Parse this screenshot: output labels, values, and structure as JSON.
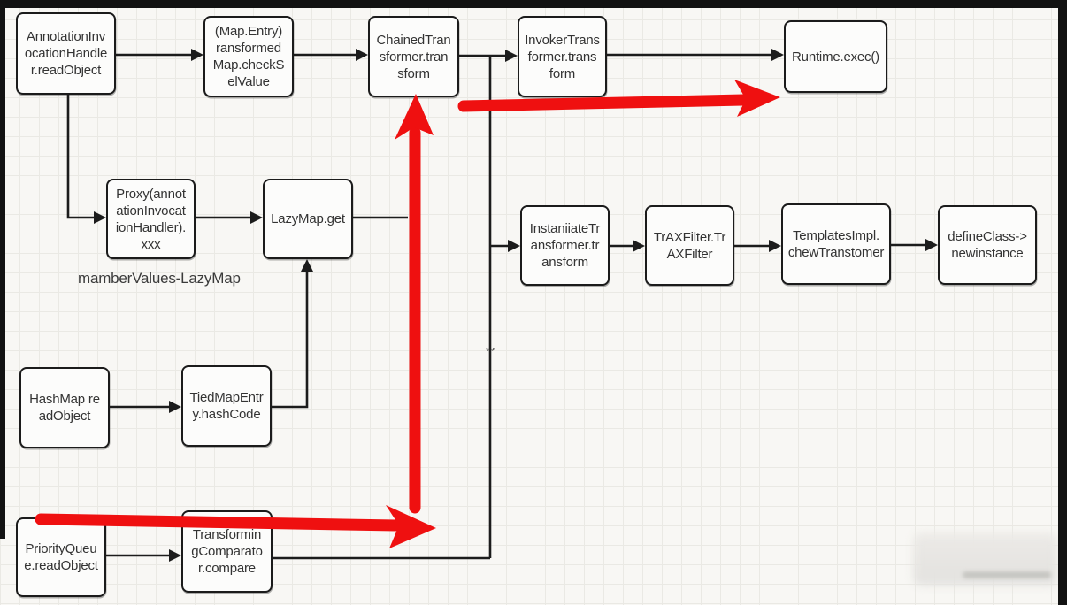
{
  "nodes": [
    {
      "id": "annotation-invocation-handler",
      "label": "AnnotationInv\nocationHandle\nr.readObject"
    },
    {
      "id": "transformed-map-checksetvalue",
      "label": "(Map.Entry)\nransformed\nMap.checkS\nelValue"
    },
    {
      "id": "chained-transformer",
      "label": "ChainedTran\nsformer.tran\nsform"
    },
    {
      "id": "invoker-transformer",
      "label": "InvokerTrans\nformer.trans\nform"
    },
    {
      "id": "runtime-exec",
      "label": "Runtime.exec()"
    },
    {
      "id": "proxy-annotation-invocation-handler",
      "label": "Proxy(annot\nationInvocat\nionHandler).\nxxx"
    },
    {
      "id": "lazymap-get",
      "label": "LazyMap.get"
    },
    {
      "id": "instantiate-transformer",
      "label": "InstaniiateTr\nansformer.tr\nansform"
    },
    {
      "id": "traxfilter",
      "label": "TrAXFilter.Tr\nAXFilter"
    },
    {
      "id": "templatesimpl-newtransformer",
      "label": "TemplatesImpl.\nchewTranstomer"
    },
    {
      "id": "defineclass-newinstance",
      "label": "defineClass->\nnewinstance"
    },
    {
      "id": "hashmap-readobject",
      "label": "HashMap re\nadObject"
    },
    {
      "id": "tiedmapentry-hashcode",
      "label": "TiedMapEntr\ny.hashCode"
    },
    {
      "id": "priorityqueue-readobject",
      "label": "PriorityQueu\ne.readObject"
    },
    {
      "id": "transforming-comparator",
      "label": "Transformin\ngComparato\nr.compare"
    }
  ],
  "annotations": {
    "member_values_label": "mamberValues-LazyMap",
    "swap_symbol": "⇔"
  },
  "colors": {
    "highlight_arrow_red": "#ef1010",
    "connector_black": "#1c1c1c",
    "node_border": "#1b1b1b",
    "canvas_background": "#f8f7f4",
    "frame_black": "#121212"
  }
}
